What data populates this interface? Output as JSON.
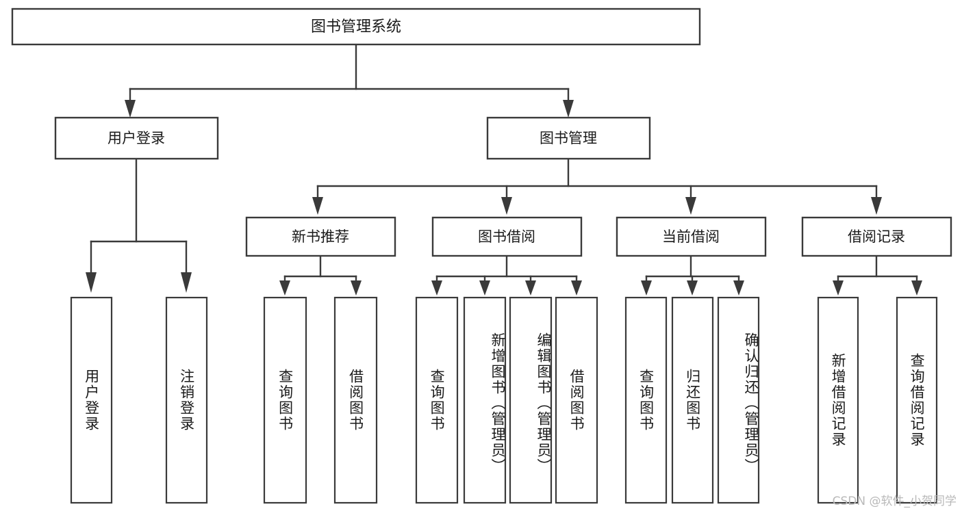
{
  "diagram": {
    "type": "tree",
    "title": "图书管理系统",
    "root": {
      "id": "root",
      "label": "图书管理系统",
      "orientation": "horizontal"
    },
    "level2": [
      {
        "id": "user-login",
        "label": "用户登录",
        "orientation": "horizontal"
      },
      {
        "id": "book-manage",
        "label": "图书管理",
        "orientation": "horizontal"
      }
    ],
    "level3": [
      {
        "id": "new-book-rec",
        "label": "新书推荐",
        "parent": "book-manage",
        "orientation": "horizontal"
      },
      {
        "id": "book-borrow",
        "label": "图书借阅",
        "parent": "book-manage",
        "orientation": "horizontal"
      },
      {
        "id": "current-borrow",
        "label": "当前借阅",
        "parent": "book-manage",
        "orientation": "horizontal"
      },
      {
        "id": "borrow-record",
        "label": "借阅记录",
        "parent": "book-manage",
        "orientation": "horizontal"
      }
    ],
    "leaves": [
      {
        "id": "leaf-user-login",
        "label": "用户登录",
        "parent": "user-login",
        "orientation": "vertical"
      },
      {
        "id": "leaf-logout",
        "label": "注销登录",
        "parent": "user-login",
        "orientation": "vertical"
      },
      {
        "id": "leaf-query-book-rec",
        "label": "查询图书",
        "parent": "new-book-rec",
        "orientation": "vertical"
      },
      {
        "id": "leaf-borrow-book-rec",
        "label": "借阅图书",
        "parent": "new-book-rec",
        "orientation": "vertical"
      },
      {
        "id": "leaf-query-book-borrow",
        "label": "查询图书",
        "parent": "book-borrow",
        "orientation": "vertical"
      },
      {
        "id": "leaf-add-book",
        "label": "新增图书（管理员）",
        "parent": "book-borrow",
        "orientation": "vertical"
      },
      {
        "id": "leaf-edit-book",
        "label": "编辑图书（管理员）",
        "parent": "book-borrow",
        "orientation": "vertical"
      },
      {
        "id": "leaf-borrow-book",
        "label": "借阅图书",
        "parent": "book-borrow",
        "orientation": "vertical"
      },
      {
        "id": "leaf-query-book-cur",
        "label": "查询图书",
        "parent": "current-borrow",
        "orientation": "vertical"
      },
      {
        "id": "leaf-return-book",
        "label": "归还图书",
        "parent": "current-borrow",
        "orientation": "vertical"
      },
      {
        "id": "leaf-confirm-return",
        "label": "确认归还（管理员）",
        "parent": "current-borrow",
        "orientation": "vertical"
      },
      {
        "id": "leaf-add-record",
        "label": "新增借阅记录",
        "parent": "borrow-record",
        "orientation": "vertical"
      },
      {
        "id": "leaf-query-record",
        "label": "查询借阅记录",
        "parent": "borrow-record",
        "orientation": "vertical"
      }
    ],
    "colors": {
      "stroke": "#3a3a3a",
      "box_fill": "#ffffff",
      "text": "#1a1a1a",
      "background": "#ffffff",
      "watermark": "#b9b9b9"
    }
  },
  "watermark": {
    "text": "CSDN @软件_小贺同学"
  }
}
